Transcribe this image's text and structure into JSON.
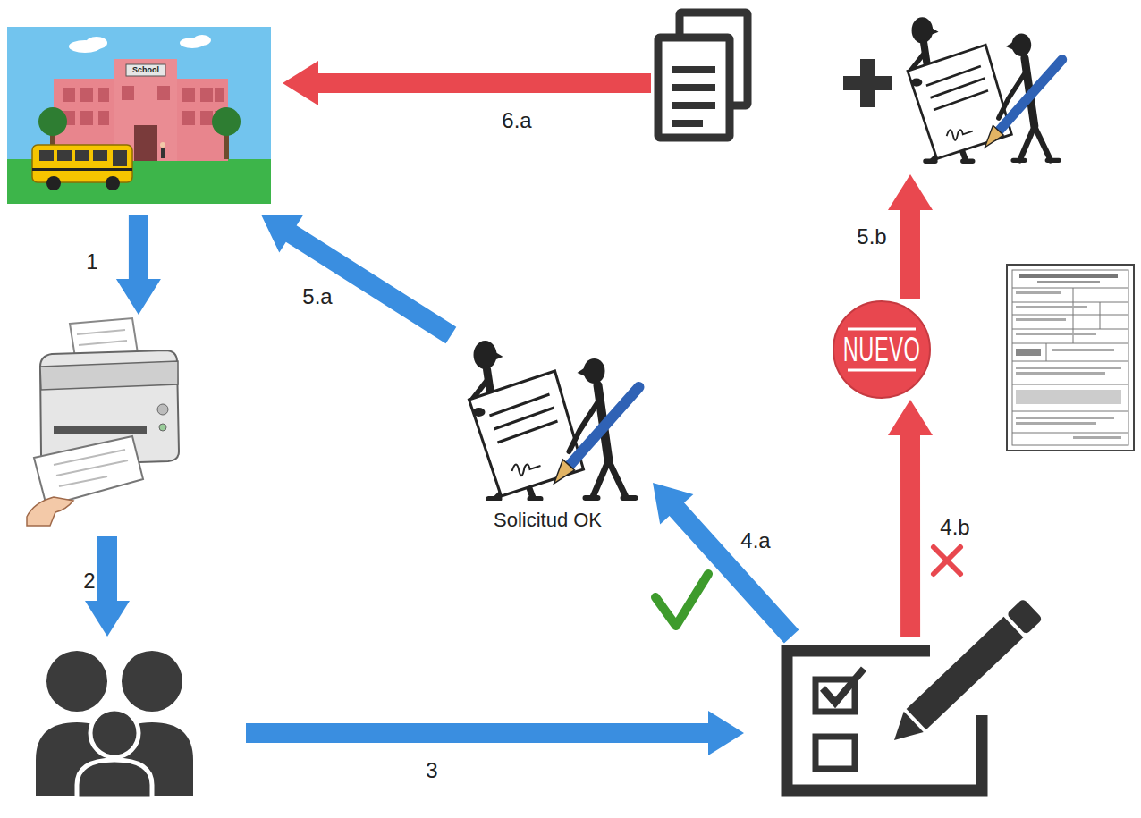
{
  "diagram": {
    "nodes": [
      {
        "text": [
          "School"
        ]
      },
      {
        "text": []
      },
      {
        "text": []
      },
      {
        "text": []
      },
      {
        "text": [
          "Solicitud OK"
        ]
      },
      {
        "text": [
          "NUEVO"
        ]
      },
      {
        "text": []
      },
      {
        "text": []
      }
    ],
    "edges": [
      {
        "from": 0,
        "to": 3,
        "label": "1",
        "arrow": "to"
      },
      {
        "from": 3,
        "to": 6,
        "label": "2",
        "arrow": "to"
      },
      {
        "from": 6,
        "to": 7,
        "label": "3",
        "arrow": "to"
      },
      {
        "from": 7,
        "to": 4,
        "label": "4.a",
        "arrow": "to"
      },
      {
        "from": 7,
        "to": 5,
        "label": "4.b",
        "arrow": "to"
      },
      {
        "from": 4,
        "to": 0,
        "label": "5.a",
        "arrow": "to"
      },
      {
        "from": 5,
        "to": 2,
        "label": "5.b",
        "arrow": "to"
      },
      {
        "from": 1,
        "to": 0,
        "label": "6.a",
        "arrow": "to"
      }
    ]
  }
}
